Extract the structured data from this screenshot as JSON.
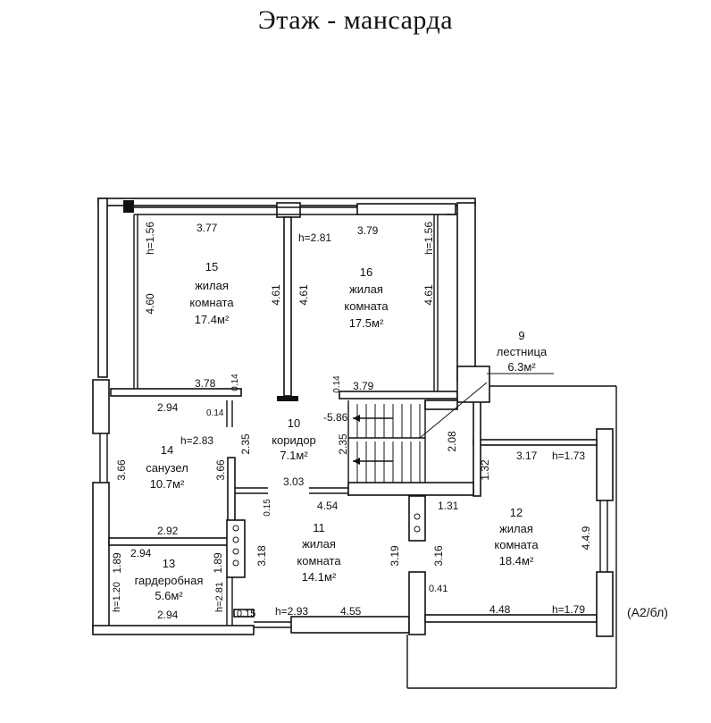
{
  "title": "Этаж - мансарда",
  "rooms": [
    {
      "id": "15",
      "name_line1": "жилая",
      "name_line2": "комната",
      "area": "17.4м²"
    },
    {
      "id": "16",
      "name_line1": "жилая",
      "name_line2": "комната",
      "area": "17.5м²"
    },
    {
      "id": "9",
      "name_line1": "лестница",
      "name_line2": "",
      "area": "6.3м²"
    },
    {
      "id": "10",
      "name_line1": "коридор",
      "name_line2": "",
      "area": "7.1м²"
    },
    {
      "id": "14",
      "name_line1": "санузел",
      "name_line2": "",
      "area": "10.7м²"
    },
    {
      "id": "12",
      "name_line1": "жилая",
      "name_line2": "комната",
      "area": "18.4м²"
    },
    {
      "id": "11",
      "name_line1": "жилая",
      "name_line2": "комната",
      "area": "14.1м²"
    },
    {
      "id": "13",
      "name_line1": "гардеробная",
      "name_line2": "",
      "area": "5.6м²"
    }
  ],
  "dimensions": {
    "d_377": "3.77",
    "d_h281_top": "h=2.81",
    "d_379_top": "3.79",
    "d_h156_left": "h=1.56",
    "d_h156_right": "h=1.56",
    "d_460": "4.60",
    "d_461_a": "4.61",
    "d_461_b": "4.61",
    "d_461_c": "4.61",
    "d_378": "3.78",
    "d_014_a": "0.14",
    "d_014_b": "0.14",
    "d_379_mid": "3.79",
    "d_294_a": "2.94",
    "d_014_c": "0.14",
    "d_586": "-5.86",
    "d_h283": "h=2.83",
    "d_235_a": "2.35",
    "d_235_b": "2.35",
    "d_208": "2.08",
    "d_317": "3.17",
    "d_h173": "h=1.73",
    "d_132": "1.32",
    "d_366_a": "3.66",
    "d_366_b": "3.66",
    "d_303": "3.03",
    "d_454": "4.54",
    "d_015_a": "0.15",
    "d_131": "1.31",
    "d_292": "2.92",
    "d_294_b": "2.94",
    "d_189_a": "1.89",
    "d_189_b": "1.89",
    "d_318": "3.18",
    "d_319": "3.19",
    "d_316": "3.16",
    "d_449": "4.4.9",
    "d_041": "0.41",
    "d_h120": "h=1.20",
    "d_h281_small": "h=2.81",
    "d_294_c": "2.94",
    "d_015_b": "0.15",
    "d_h293": "h=2.93",
    "d_455": "4.55",
    "d_448": "4.48",
    "d_h179": "h=1.79"
  },
  "note": "(А2/бл)"
}
